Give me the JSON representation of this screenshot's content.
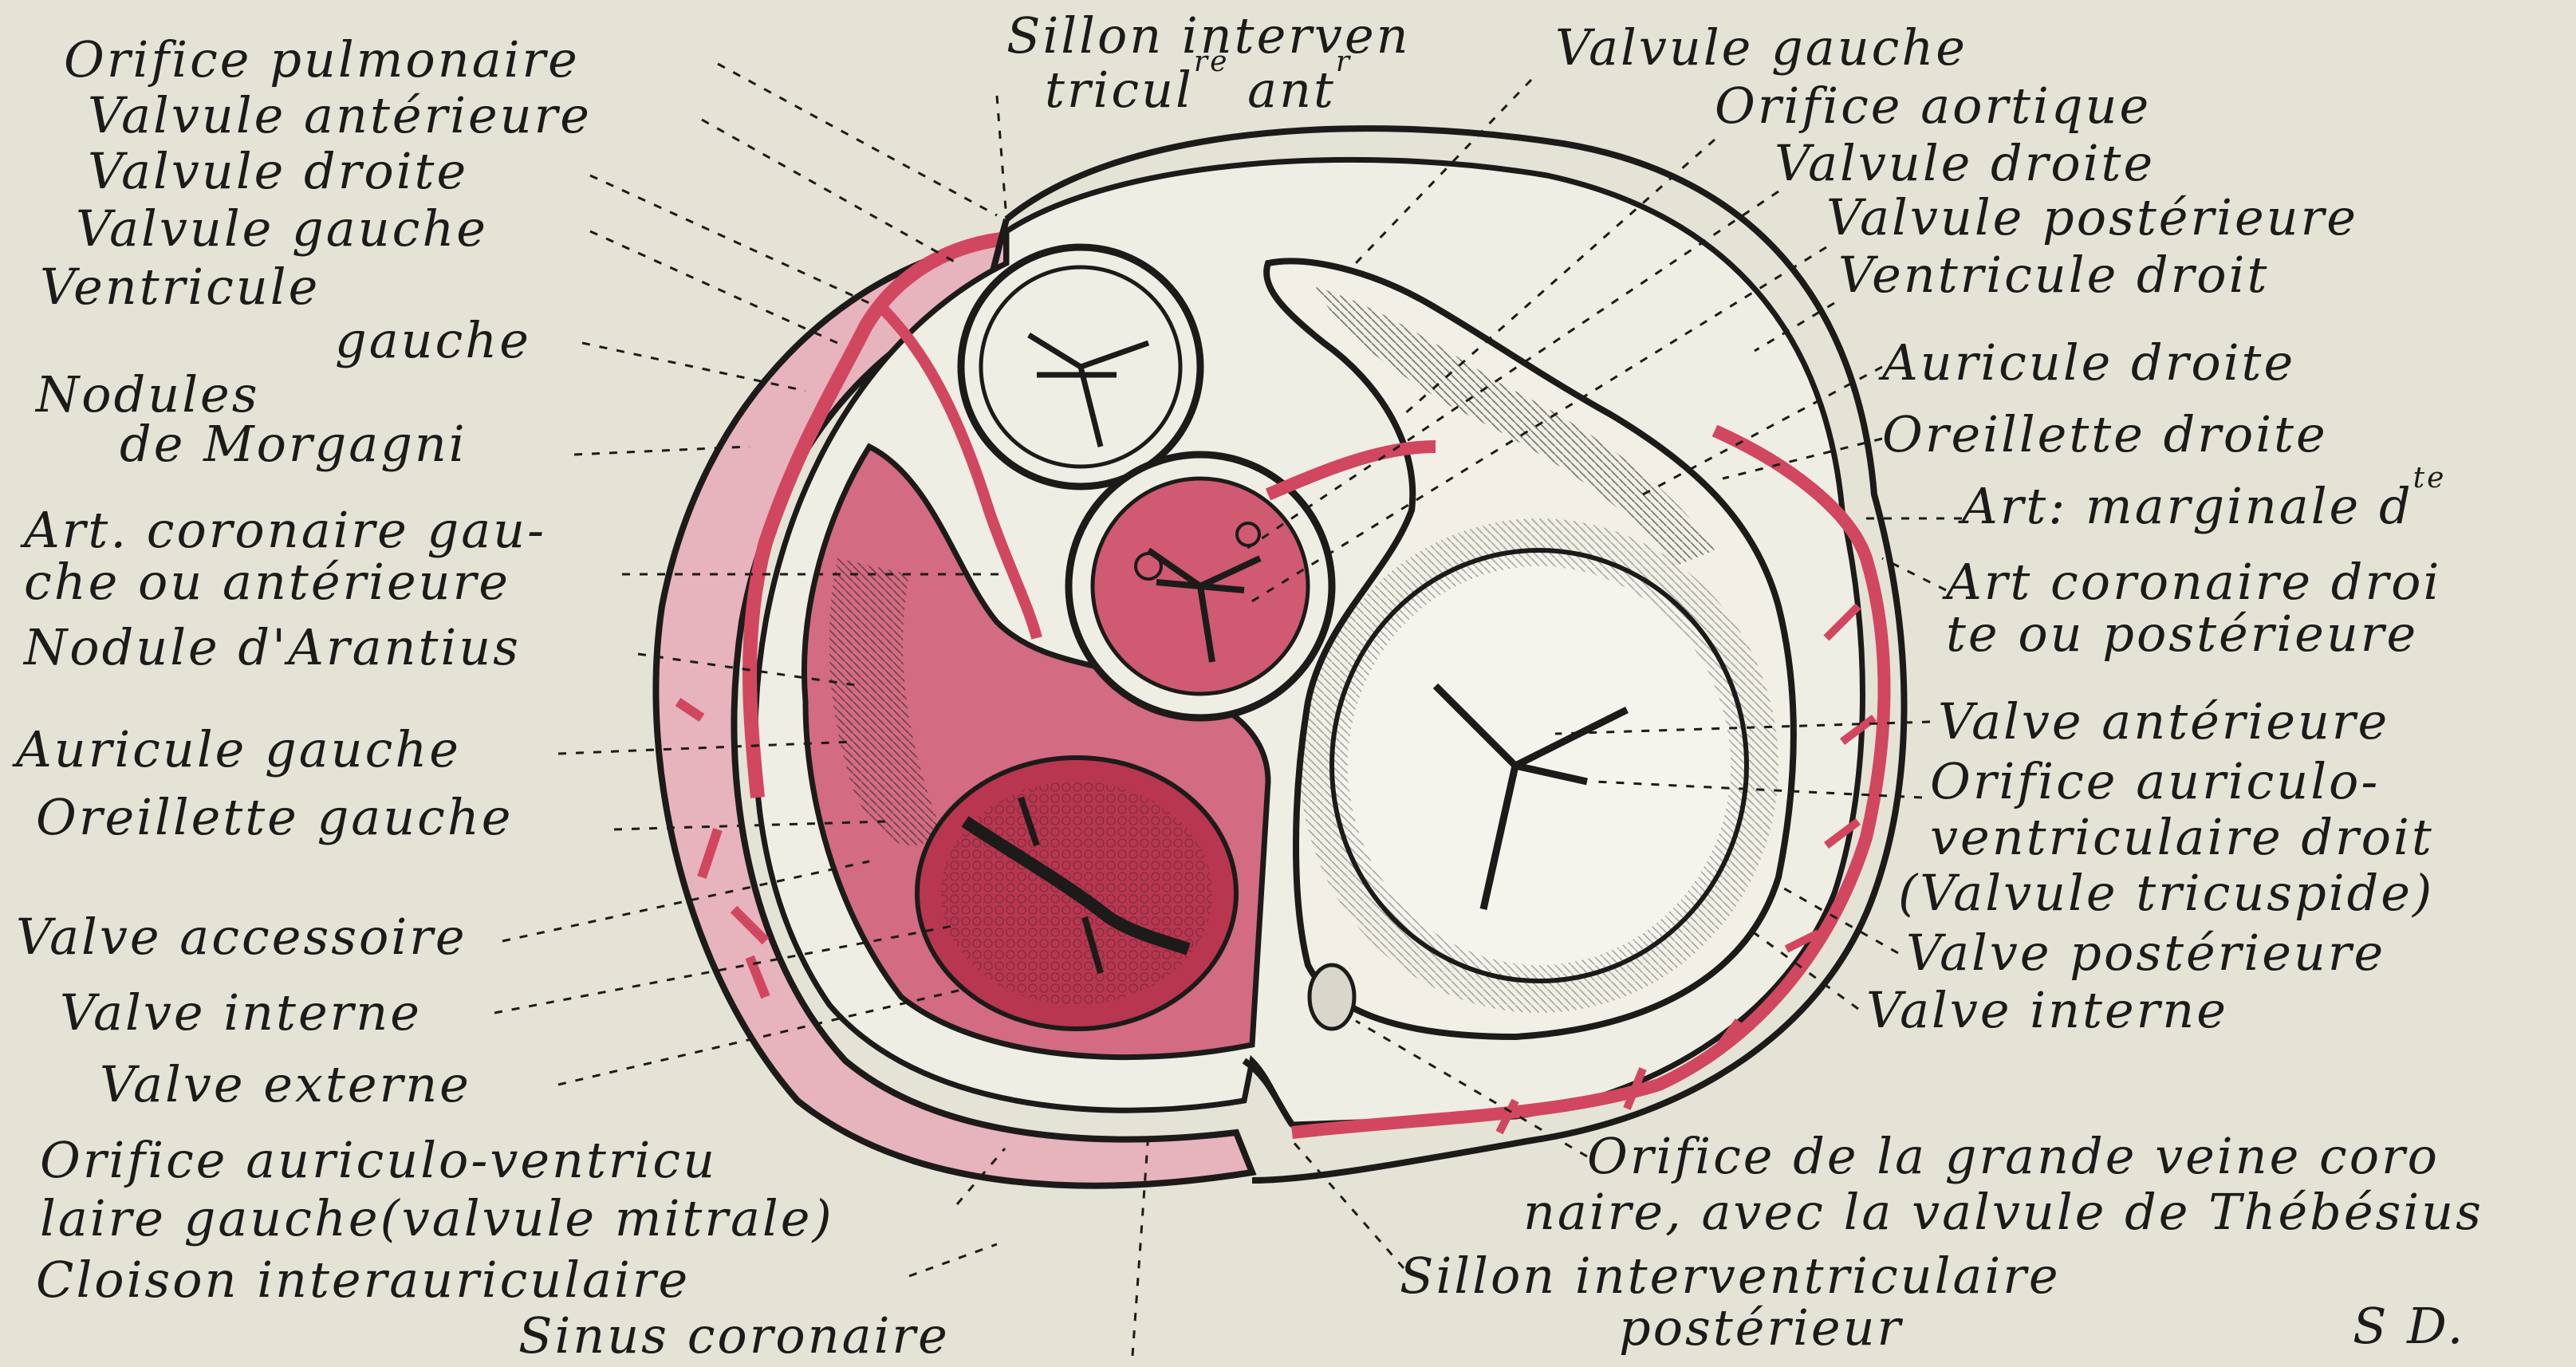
{
  "figure": {
    "signature": "S D.",
    "colors": {
      "paper": "#e4e3d6",
      "ink": "#1c1b19",
      "red": "#d1475f",
      "pink": "#e7b3bd",
      "deep_red": "#b83650"
    }
  },
  "labels_left": {
    "orifice_pulmonaire": "Orifice pulmonaire",
    "valvule_anterieure": "Valvule antérieure",
    "valvule_droite": "Valvule droite",
    "valvule_gauche": "Valvule gauche",
    "ventricule_gauche_1": "Ventricule",
    "ventricule_gauche_2": "gauche",
    "nodules_morgagni_1": "Nodules",
    "nodules_morgagni_2": "de Morgagni",
    "art_coronaire_gauche_1": "Art. coronaire gau-",
    "art_coronaire_gauche_2": "che ou antérieure",
    "nodule_arantius": "Nodule d'Arantius",
    "auricule_gauche": "Auricule gauche",
    "oreillette_gauche": "Oreillette gauche",
    "valve_accessoire": "Valve accessoire",
    "valve_interne_left": "Valve interne",
    "valve_externe": "Valve externe",
    "orifice_av_gauche_1": "Orifice auriculo-ventricu",
    "orifice_av_gauche_2": "laire gauche(valvule mitrale)",
    "cloison": "Cloison interauriculaire",
    "sinus_coronaire": "Sinus coronaire"
  },
  "labels_top": {
    "sillon_ant_1": "Sillon interven",
    "sillon_ant_2a": "tricul",
    "sillon_ant_2b": "re",
    "sillon_ant_2c": " ant",
    "sillon_ant_2d": "r"
  },
  "labels_right": {
    "valvule_gauche_aorte": "Valvule gauche",
    "orifice_aortique": "Orifice aortique",
    "valvule_droite_aorte": "Valvule droite",
    "valvule_posterieure": "Valvule postérieure",
    "ventricule_droit": "Ventricule droit",
    "auricule_droite": "Auricule droite",
    "oreillette_droite": "Oreillette droite",
    "art_marginale": "Art: marginale d",
    "art_marginale_sup": "te",
    "art_coronaire_droite_1": "Art coronaire droi",
    "art_coronaire_droite_2": "te ou postérieure",
    "valve_anterieure": "Valve antérieure",
    "orifice_av_droit_1": "Orifice auriculo-",
    "orifice_av_droit_2": "ventriculaire droit",
    "orifice_av_droit_3": "(Valvule tricuspide)",
    "valve_posterieure": "Valve postérieure",
    "valve_interne_right": "Valve interne",
    "grande_veine_1": "Orifice de la grande veine coro",
    "grande_veine_2": "naire, avec la valvule de Thébésius",
    "sillon_post_1": "Sillon interventriculaire",
    "sillon_post_2": "postérieur"
  }
}
